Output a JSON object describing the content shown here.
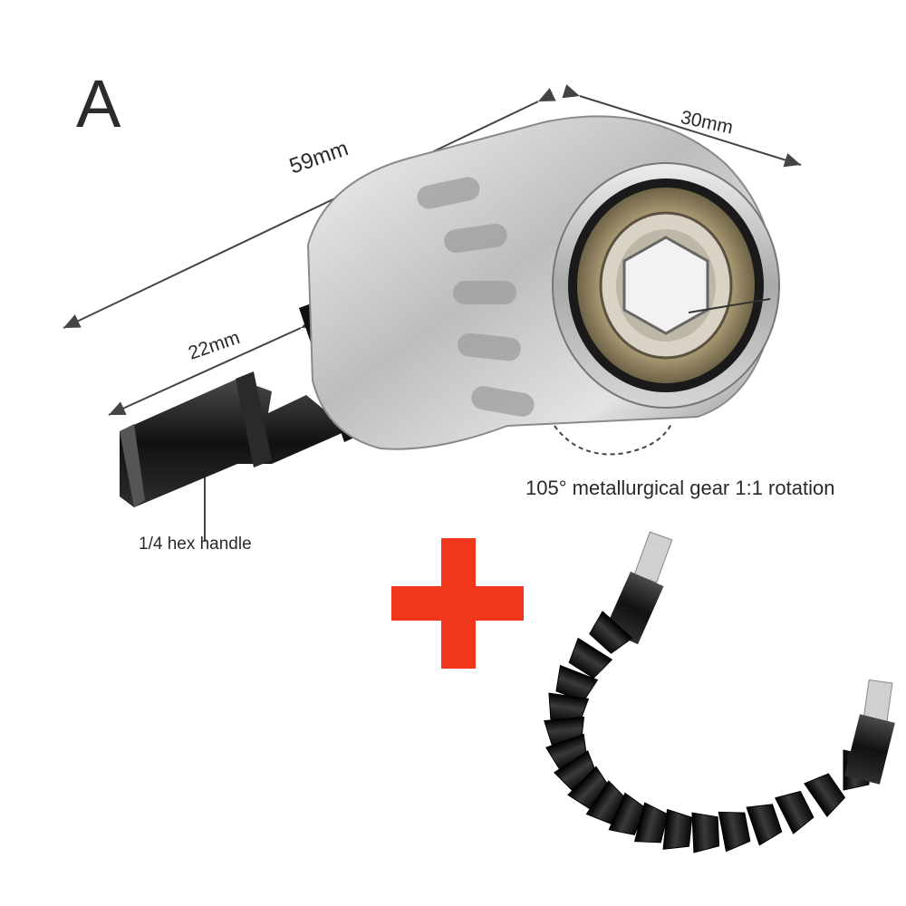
{
  "labels": {
    "variant": "A",
    "dim_total": "59mm",
    "dim_head": "30mm",
    "dim_shank": "22mm",
    "gear_note": "105° metallurgical gear 1:1 rotation",
    "hex_note": "1/4 hex handle"
  },
  "colors": {
    "plus_sign": "#f0361b",
    "dimension_lines": "#444444",
    "metal_body": "#c9c9c9",
    "bit_black": "#1a1a1a"
  },
  "objects": {
    "main": "right-angle-drill-adapter",
    "accessory": "flexible-shaft-extension"
  }
}
